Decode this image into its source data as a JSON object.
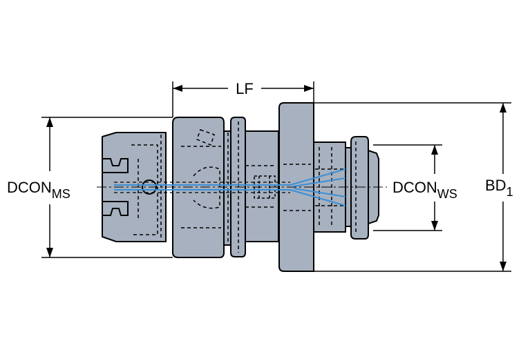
{
  "labels": {
    "lf": "LF",
    "dcon_ms_main": "DCON",
    "dcon_ms_sub": "MS",
    "dcon_ws_main": "DCON",
    "dcon_ws_sub": "WS",
    "bd_main": "BD",
    "bd_sub": "1"
  },
  "colors": {
    "body_fill": "#a7b1bf",
    "body_dark": "#8893a3",
    "outline": "#000000",
    "coolant": "#3a8fd6",
    "background": "#ffffff"
  }
}
